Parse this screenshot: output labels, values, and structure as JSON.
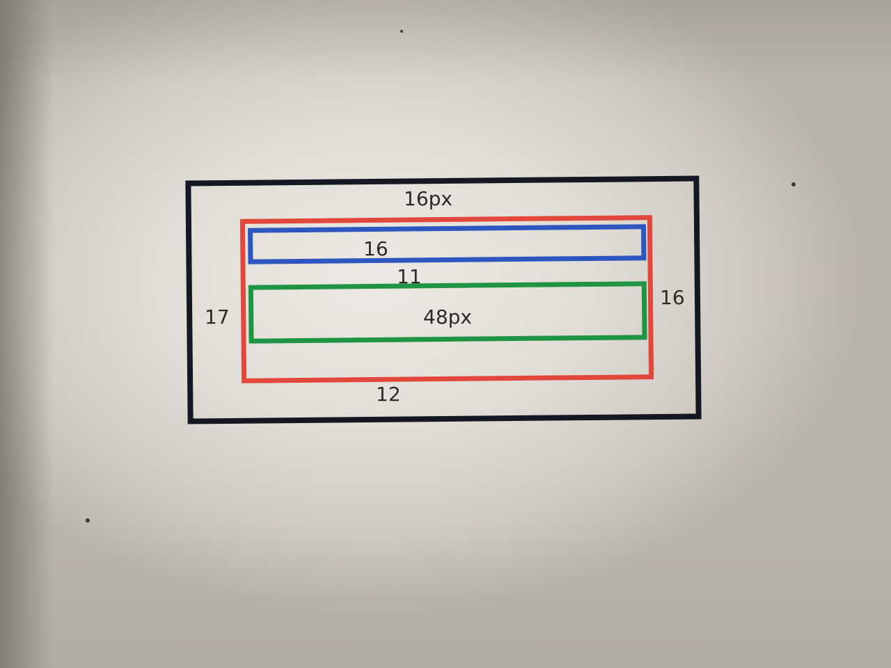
{
  "diagram": {
    "outer": {
      "top_label": "16px",
      "left_label": "17",
      "right_label": "16",
      "bottom_label": "12"
    },
    "blue_box": {
      "label": "16"
    },
    "gap_label": "11",
    "green_box": {
      "label": "48px"
    }
  },
  "colors": {
    "outer_border": "#131822",
    "red_border": "#e2473b",
    "blue_border": "#2e56c0",
    "green_border": "#1f9443"
  }
}
